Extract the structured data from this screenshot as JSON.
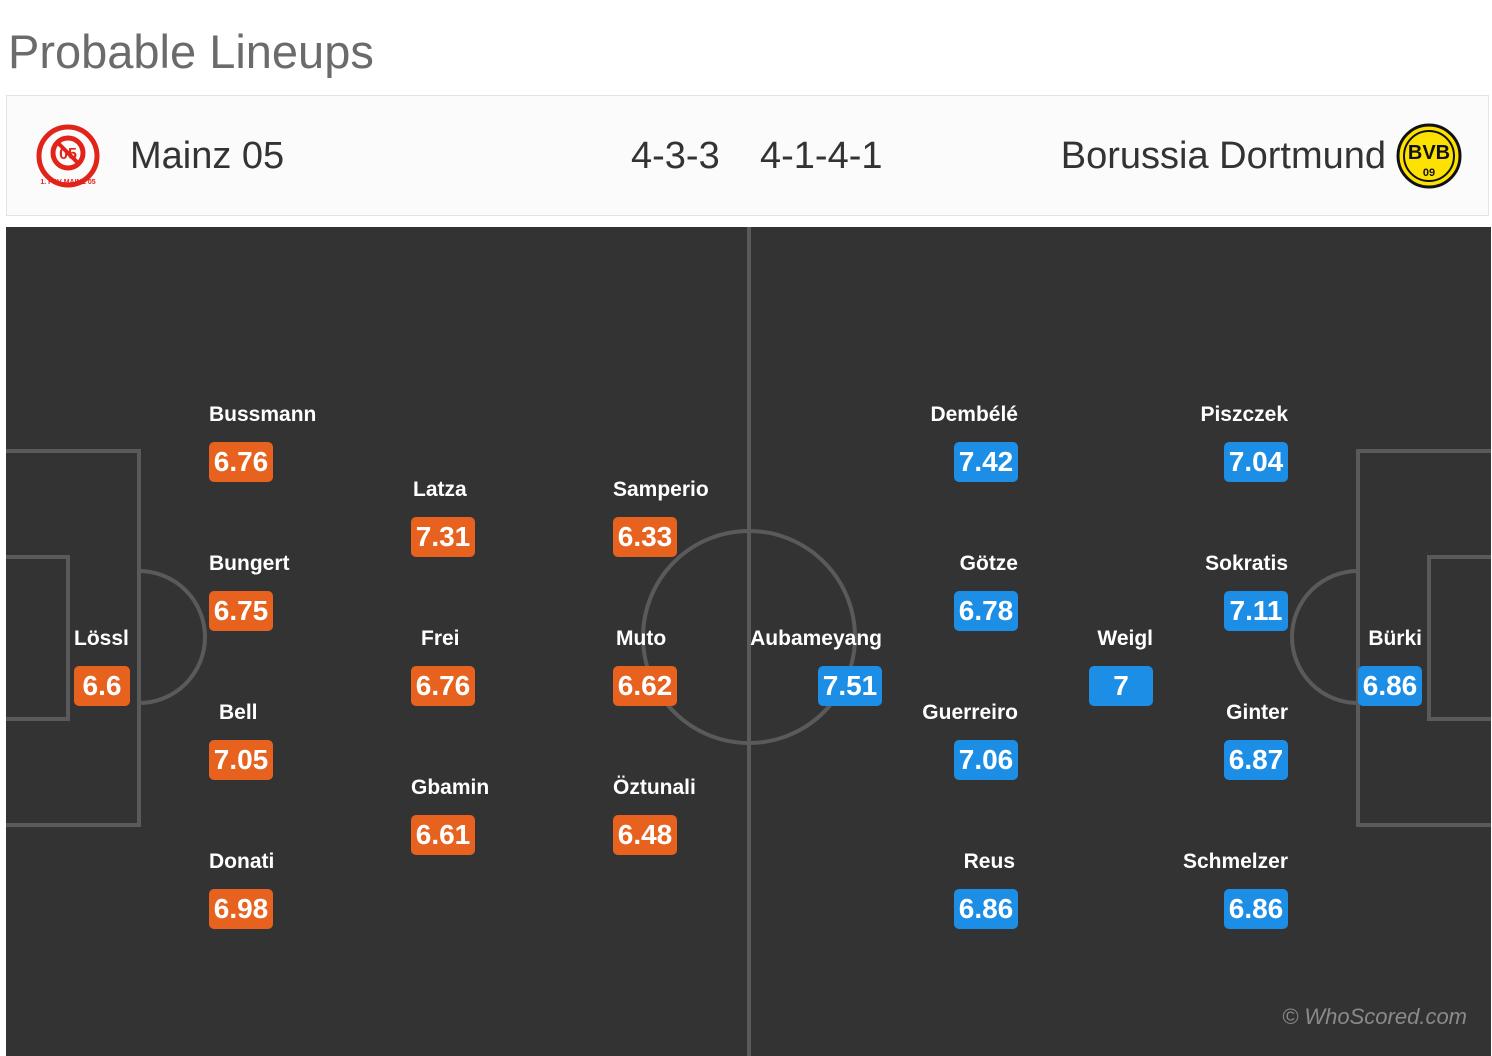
{
  "page": {
    "title": "Probable Lineups"
  },
  "match": {
    "home": {
      "name": "Mainz 05",
      "formation": "4-3-3",
      "crest_icon": "mainz-05-crest",
      "crest_text": "1. FSV MAINZ 05",
      "color": "#e8621f"
    },
    "away": {
      "name": "Borussia Dortmund",
      "formation": "4-1-4-1",
      "crest_icon": "bvb-crest",
      "crest_text": "BVB 09",
      "color": "#1c8ee6"
    }
  },
  "pitch_color": "#333333",
  "home_players": [
    {
      "name": "Lössl",
      "rating": "6.6"
    },
    {
      "name": "Bussmann",
      "rating": "6.76"
    },
    {
      "name": "Bungert",
      "rating": "6.75"
    },
    {
      "name": "Bell",
      "rating": "7.05"
    },
    {
      "name": "Donati",
      "rating": "6.98"
    },
    {
      "name": "Latza",
      "rating": "7.31"
    },
    {
      "name": "Frei",
      "rating": "6.76"
    },
    {
      "name": "Gbamin",
      "rating": "6.61"
    },
    {
      "name": "Samperio",
      "rating": "6.33"
    },
    {
      "name": "Muto",
      "rating": "6.62"
    },
    {
      "name": "Öztunali",
      "rating": "6.48"
    }
  ],
  "away_players": [
    {
      "name": "Aubameyang",
      "rating": "7.51"
    },
    {
      "name": "Dembélé",
      "rating": "7.42"
    },
    {
      "name": "Götze",
      "rating": "6.78"
    },
    {
      "name": "Guerreiro",
      "rating": "7.06"
    },
    {
      "name": "Reus",
      "rating": "6.86"
    },
    {
      "name": "Weigl",
      "rating": "7"
    },
    {
      "name": "Piszczek",
      "rating": "7.04"
    },
    {
      "name": "Sokratis",
      "rating": "7.11"
    },
    {
      "name": "Ginter",
      "rating": "6.87"
    },
    {
      "name": "Schmelzer",
      "rating": "6.86"
    },
    {
      "name": "Bürki",
      "rating": "6.86"
    }
  ],
  "watermark": "© WhoScored.com"
}
